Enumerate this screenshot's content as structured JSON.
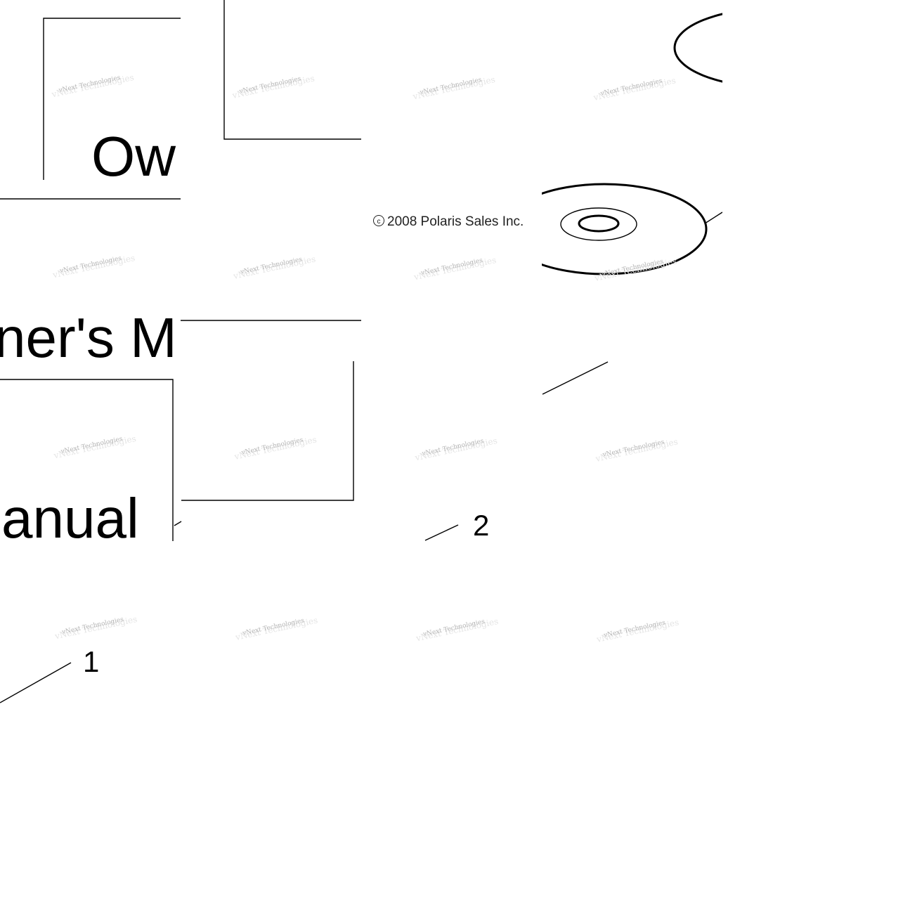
{
  "manual": {
    "title_tile_top": "Ow",
    "title_tile_mid": "ner's M",
    "title_tile_bottom": "anual"
  },
  "copyright": {
    "symbol": "c",
    "text": "2008 Polaris Sales Inc."
  },
  "callouts": [
    {
      "label": "1",
      "part": "owners-manual"
    },
    {
      "label": "2",
      "part": "cd-rom"
    }
  ],
  "watermark": {
    "text": "vNext Technologies"
  }
}
